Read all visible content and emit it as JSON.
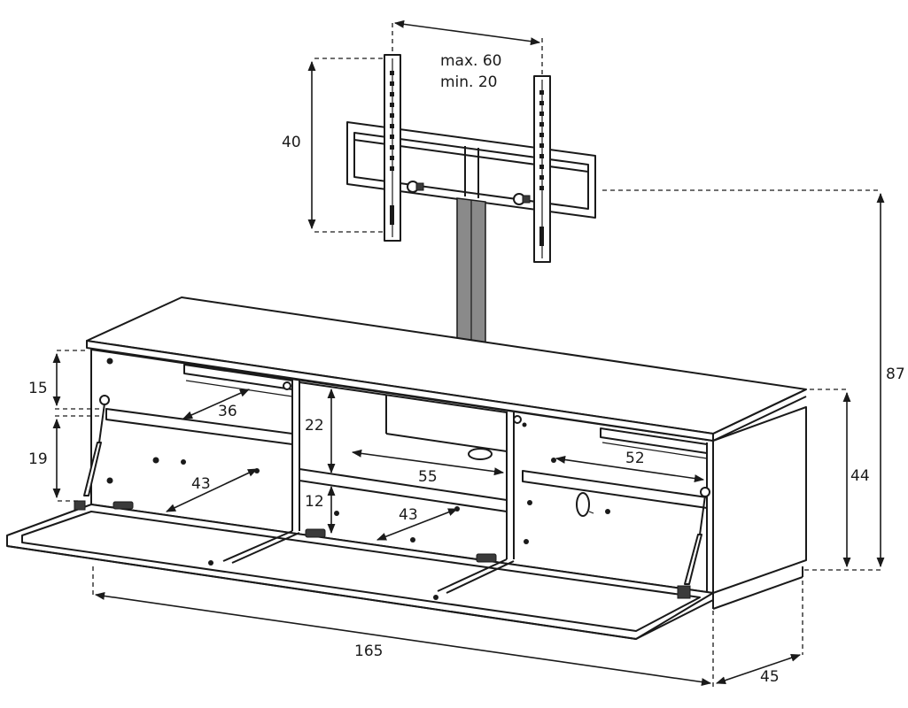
{
  "labels": {
    "vesa_max": "max. 60",
    "vesa_min": "min. 20",
    "mount_height": "40",
    "total_height": "87",
    "cabinet_height": "44",
    "left_upper_gap": "15",
    "left_lower_gap": "19",
    "left_shelf_depth": "36",
    "left_bottom_depth": "43",
    "center_upper_gap": "22",
    "center_lower_gap": "12",
    "center_shelf_depth": "55",
    "center_bottom_depth": "43",
    "right_shelf_depth": "52",
    "width": "165",
    "depth": "45"
  }
}
